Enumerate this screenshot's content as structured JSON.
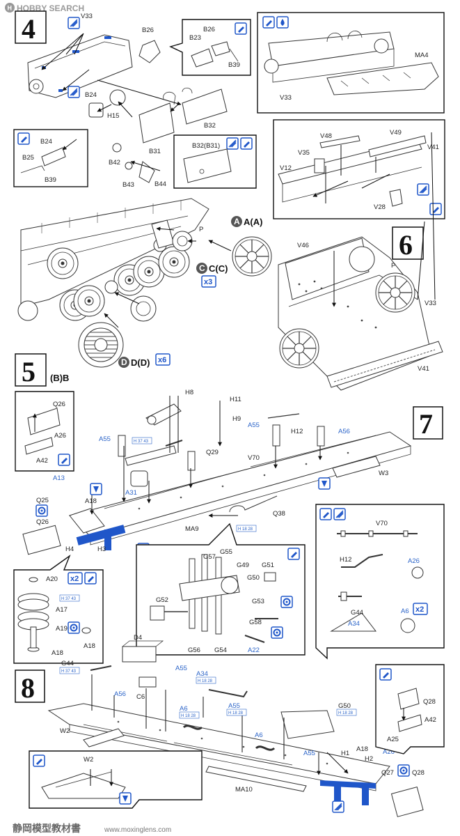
{
  "watermark": {
    "brand": "HOBBY SEARCH",
    "footer_cn": "静岡模型教材書",
    "footer_url": "www.moxinglens.com"
  },
  "steps": {
    "s4": "4",
    "s5": "5",
    "s6": "6",
    "s7": "7",
    "s8": "8"
  },
  "step4": {
    "labels": [
      "V33",
      "B26",
      "B24",
      "H15",
      "B32",
      "B31",
      "B42",
      "B43",
      "B44"
    ],
    "inset_a": [
      "B26",
      "B23",
      "B39"
    ],
    "inset_b": [
      "MA4",
      "V33"
    ],
    "inset_c": [
      "B24",
      "B25",
      "B39"
    ],
    "inset_d": [
      "B32(B31)"
    ]
  },
  "step5": {
    "labels": [
      "P"
    ],
    "refA": "A(A)",
    "refC": "C(C)",
    "refD": "D(D)",
    "refB": "(B)B",
    "qty3": "x3",
    "qty6": "x6"
  },
  "step6": {
    "labels": [
      "V46",
      "P",
      "V33",
      "V41"
    ],
    "inset": [
      "V48",
      "V49",
      "V35",
      "V41",
      "V12",
      "V28"
    ]
  },
  "step7": {
    "labels": [
      "H8",
      "H11",
      "H9",
      "H12",
      "A55",
      "A56",
      "Q29",
      "V70",
      "W3",
      "A13",
      "A31",
      "A18",
      "Q25",
      "Q26",
      "H4",
      "H3",
      "MA9",
      "Q38",
      "A26",
      "A42"
    ],
    "inset_left": [
      "Q26",
      "A26",
      "A42"
    ],
    "inset_wheel": [
      "A20",
      "A17",
      "A19",
      "A18",
      "A18"
    ],
    "inset_center": [
      "G57",
      "G55",
      "G49",
      "G51",
      "G50",
      "G52",
      "G53",
      "G58",
      "G56",
      "G54",
      "A22"
    ],
    "inset_right": [
      "V70",
      "H12",
      "A26",
      "G44",
      "A34",
      "A6"
    ],
    "inset_right_qty": "x2",
    "inset_wheel_qty": "x2"
  },
  "step8": {
    "labels": [
      "D4",
      "G44",
      "A55",
      "A34",
      "A56",
      "C6",
      "W2",
      "A6",
      "A55",
      "A6",
      "G50",
      "A55",
      "H1",
      "A18",
      "H2",
      "A26",
      "Q27",
      "Q28",
      "MA10"
    ],
    "inset_left": [
      "W2"
    ],
    "inset_right": [
      "Q28",
      "A42",
      "A25"
    ]
  },
  "hnotes": [
    "H 37 43",
    "H 18 28",
    "H 37 43",
    "H 37 43",
    "H 18 28",
    "H 18 28",
    "H 18 28",
    "H 18 28",
    "H 18 28"
  ]
}
